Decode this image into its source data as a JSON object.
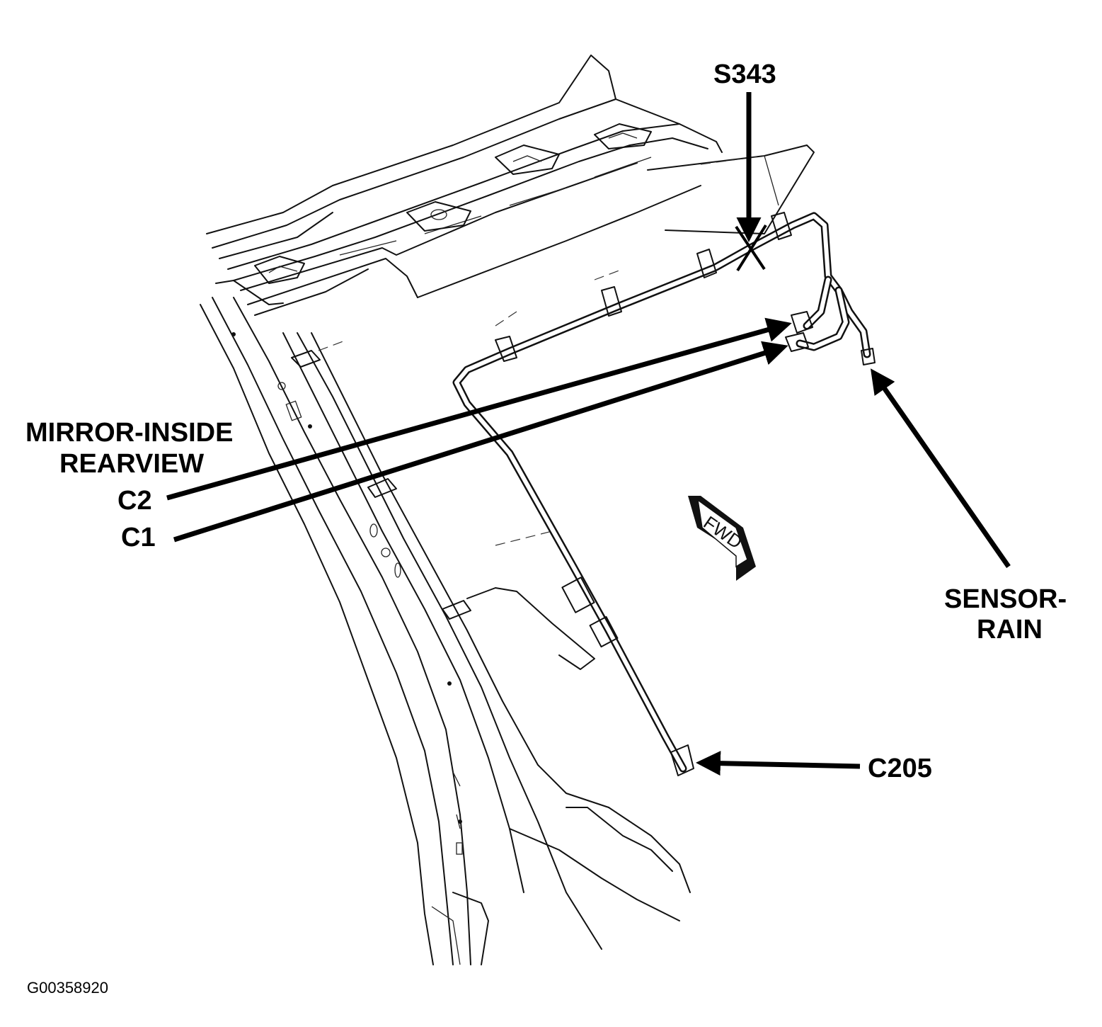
{
  "callouts": {
    "splice": "S343",
    "mirror_line1": "MIRROR-INSIDE",
    "mirror_line2": "REARVIEW",
    "c2": "C2",
    "c1": "C1",
    "sensor_line1": "SENSOR-",
    "sensor_line2": "RAIN",
    "c205": "C205"
  },
  "fwd_arrow_label": "FWD",
  "figure_id": "G00358920",
  "colors": {
    "ink": "#000000",
    "background": "#ffffff"
  }
}
